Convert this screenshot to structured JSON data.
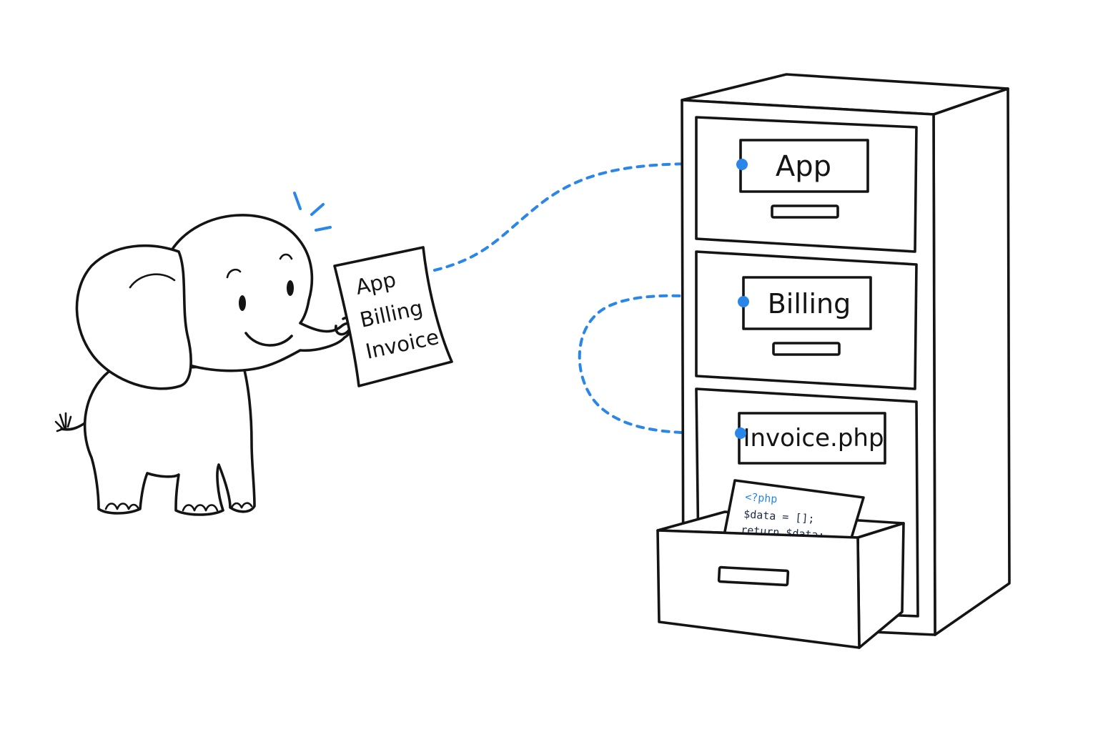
{
  "paper_note": {
    "lines": [
      "App",
      "Billing",
      "Invoice"
    ]
  },
  "cabinet": {
    "drawers": [
      {
        "label": "App"
      },
      {
        "label": "Billing"
      },
      {
        "label": "Invoice.php"
      }
    ]
  },
  "code_sheet": {
    "lines": [
      "<?php",
      "$data = [];",
      "return $data;"
    ]
  },
  "colors": {
    "accent": "#2a86e8",
    "ink": "#141414"
  }
}
